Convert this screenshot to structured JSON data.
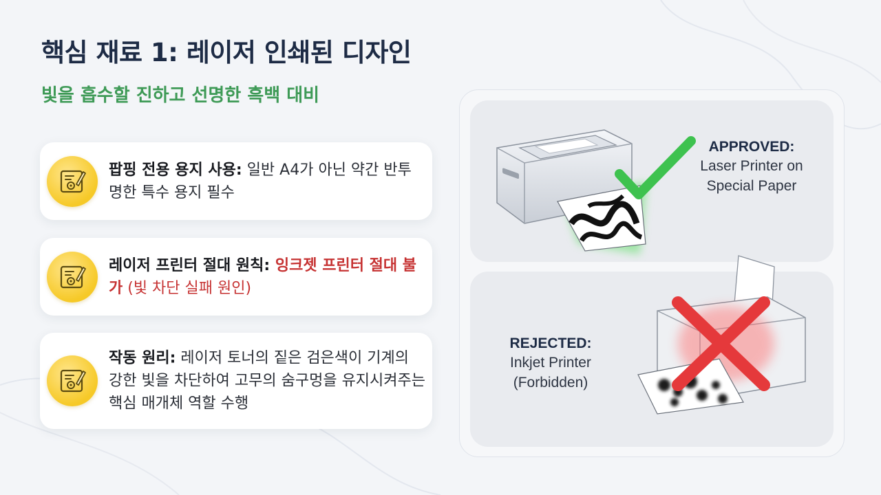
{
  "title": "핵심 재료 1: 레이저 인쇄된 디자인",
  "subtitle": "빛을 흡수할 진하고 선명한 흑백 대비",
  "cards": [
    {
      "icon": "document-gear-icon",
      "lead": "팝핑 전용 용지 사용:",
      "text": " 일반 A4가 아닌 약간 반투명한 특수 용지 필수"
    },
    {
      "icon": "document-gear-icon",
      "lead": "레이저 프린터 절대 원칙:",
      "warning": " 잉크젯 프린터 절대 불가",
      "note": " (빛 차단 실패 원인)"
    },
    {
      "icon": "document-gear-icon",
      "lead": "작동 원리:",
      "text": " 레이저 토너의 짙은 검은색이 기계의 강한 빛을 차단하여 고무의 숨구멍을 유지시켜주는 핵심 매개체 역할 수행"
    }
  ],
  "approved": {
    "heading": "APPROVED:",
    "line1": "Laser Printer on",
    "line2": "Special Paper",
    "mark": "checkmark-icon"
  },
  "rejected": {
    "heading": "REJECTED:",
    "line1": "Inkjet Printer",
    "line2": "(Forbidden)",
    "mark": "x-mark-icon"
  },
  "colors": {
    "title": "#1d2b45",
    "subtitle": "#3e9a56",
    "warning": "#c63232",
    "badge": "#f6c927",
    "check": "#3ec24f",
    "cross": "#e5393b"
  }
}
